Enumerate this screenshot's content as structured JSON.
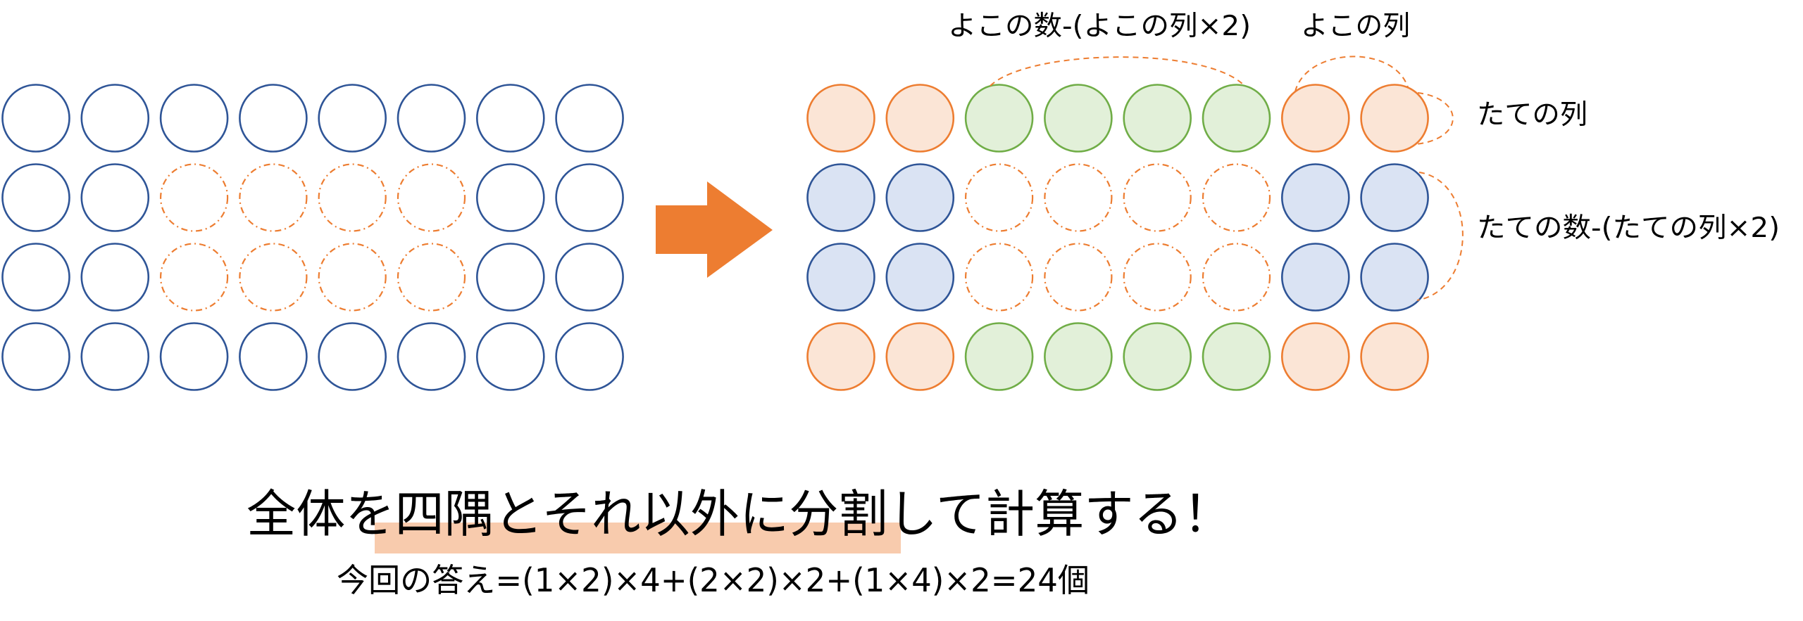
{
  "colors": {
    "blue": "#2F5597",
    "orange": "#ED7D31",
    "green": "#70AD47",
    "peach_fill": "#FBE5D6",
    "green_fill": "#E2F0D9",
    "blue_fill": "#DAE3F3",
    "highlight": "#F8CBAD",
    "text": "#000000"
  },
  "grid": {
    "rows": 4,
    "cols": 8,
    "border_rows": 1,
    "border_cols": 2
  },
  "labels": {
    "yoko_inner": "よこの数-(よこの列×2)",
    "yoko_col": "よこの列",
    "tate_col": "たての列",
    "tate_inner": "たての数-(たての列×2)"
  },
  "heading": {
    "text": "全体を四隅とそれ以外に分割して計算する！"
  },
  "answer": {
    "text": "今回の答え=(1×2)×4+(2×2)×2+(1×4)×2=24個"
  }
}
